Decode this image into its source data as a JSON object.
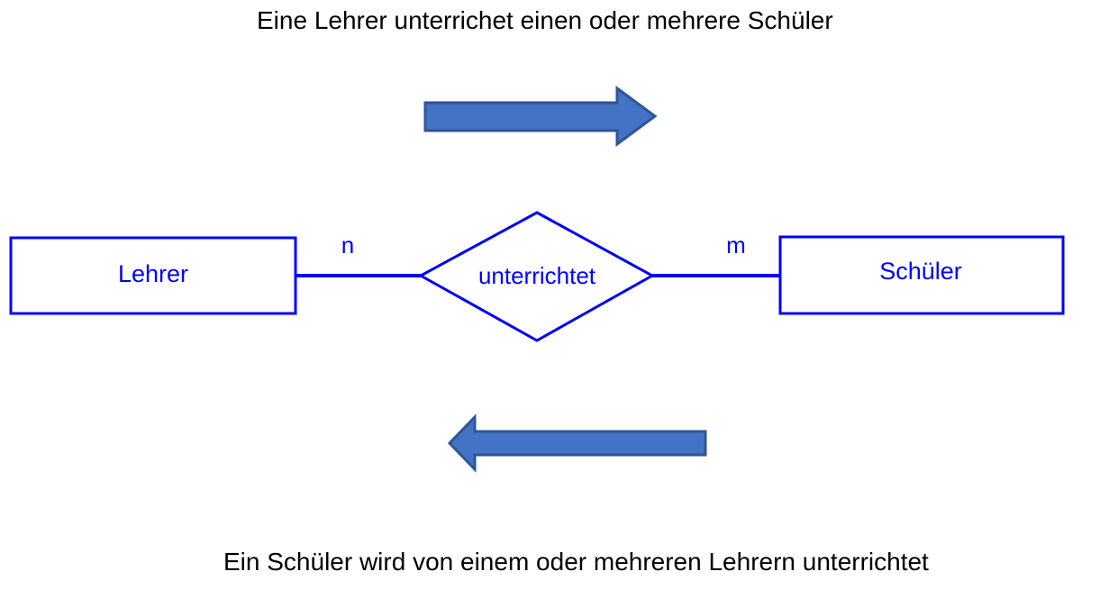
{
  "diagram": {
    "type": "er-diagram",
    "caption_top": "Eine Lehrer unterrichet einen oder mehrere Schüler",
    "caption_bottom": "Ein Schüler wird von einem oder mehreren Lehrern unterrichtet",
    "entities": [
      {
        "id": "lehrer",
        "label": "Lehrer"
      },
      {
        "id": "schueler",
        "label": "Schüler"
      }
    ],
    "relationship": {
      "id": "unterrichtet",
      "label": "unterrichtet"
    },
    "cardinalities": {
      "left": "n",
      "right": "m"
    },
    "arrows": [
      {
        "id": "arrow-top",
        "direction": "right"
      },
      {
        "id": "arrow-bottom",
        "direction": "left"
      }
    ],
    "colors": {
      "entity_stroke": "#0000ff",
      "entity_text": "#0000ff",
      "relationship_stroke": "#0000ff",
      "relationship_text": "#0000ff",
      "connector": "#0000ff",
      "arrow_fill": "#4472c4",
      "arrow_stroke": "#2f5597",
      "caption_text": "#000000",
      "background": "#ffffff"
    }
  }
}
